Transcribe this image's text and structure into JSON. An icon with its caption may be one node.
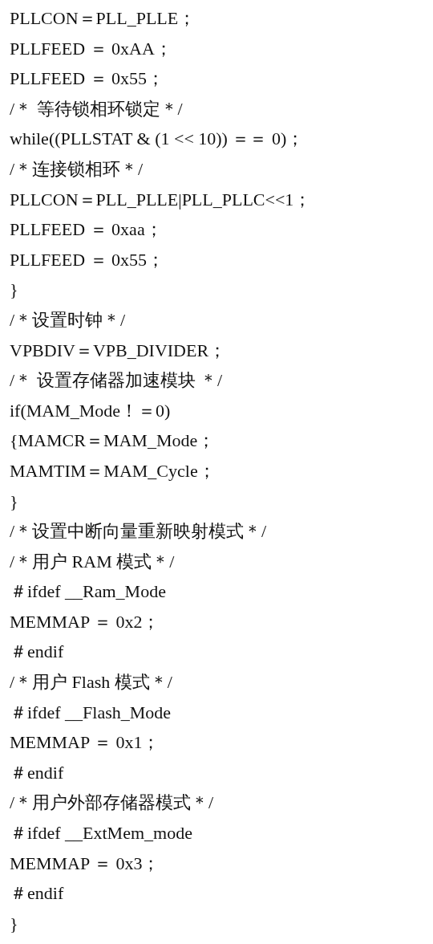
{
  "diagram": {
    "labels": [
      "PLLCON＝PLL_PLLE；",
      "PLLFEED ＝ 0xAA；",
      "PLLFEED ＝ 0x55；",
      "/＊ 等待锁相环锁定＊/",
      "while((PLLSTAT & (1 << 10)) ＝＝ 0)；",
      "/＊连接锁相环＊/",
      "PLLCON＝PLL_PLLE|PLL_PLLC<<1；",
      "PLLFEED ＝ 0xaa；",
      "PLLFEED ＝ 0x55；",
      "}",
      "/＊设置时钟＊/",
      "VPBDIV＝VPB_DIVIDER；",
      "/＊ 设置存储器加速模块 ＊/",
      "if(MAM_Mode！＝0)",
      "{MAMCR＝MAM_Mode；",
      "MAMTIM＝MAM_Cycle；",
      "}",
      "/＊设置中断向量重新映射模式＊/",
      "/＊用户 RAM 模式＊/",
      "＃ifdef __Ram_Mode",
      "MEMMAP ＝ 0x2；",
      "＃endif",
      "/＊用户 Flash 模式＊/",
      "＃ifdef __Flash_Mode",
      "MEMMAP ＝ 0x1；",
      "＃endif",
      "/＊用户外部存储器模式＊/",
      "＃ifdef __ExtMem_mode",
      "MEMMAP ＝ 0x3；",
      "＃endif",
      "}"
    ]
  }
}
